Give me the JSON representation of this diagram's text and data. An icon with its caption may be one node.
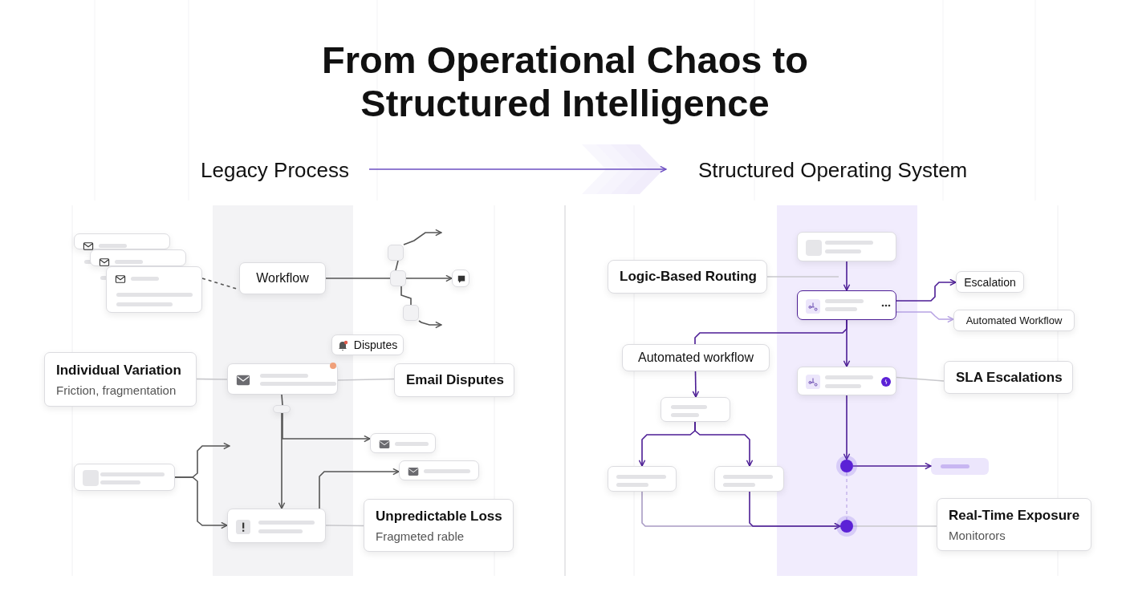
{
  "diagram": {
    "title": "From Operational Chaos to Structured Intelligence",
    "nodes": [
      {
        "text": [
          "Legacy Process"
        ]
      },
      {
        "text": [
          "Structured Operating System"
        ]
      },
      {
        "text": [],
        "shape": "box"
      },
      {
        "text": [],
        "shape": "box"
      },
      {
        "text": [],
        "shape": "box"
      },
      {
        "text": [
          "Workflow"
        ]
      },
      {
        "text": [],
        "shape": "box"
      },
      {
        "text": [],
        "shape": "box"
      },
      {
        "text": [],
        "shape": "box"
      },
      {
        "text": [],
        "shape": "box"
      },
      {
        "text": [
          "Disputes"
        ]
      },
      {
        "text": [
          "Individual Variation",
          "Friction, fragmentation"
        ]
      },
      {
        "text": [],
        "shape": "box"
      },
      {
        "text": [
          "Email Disputes"
        ]
      },
      {
        "text": [],
        "shape": "box"
      },
      {
        "text": [],
        "shape": "box"
      },
      {
        "text": [],
        "shape": "box"
      },
      {
        "text": [],
        "shape": "box"
      },
      {
        "text": [],
        "shape": "box"
      },
      {
        "text": [
          "Unpredictable Loss",
          "Fragmeted rable"
        ]
      },
      {
        "text": [],
        "shape": "box"
      },
      {
        "text": [
          "Logic-Based Routing"
        ]
      },
      {
        "text": [],
        "shape": "box"
      },
      {
        "text": [
          "Escalation"
        ]
      },
      {
        "text": [
          "Automated Workflow"
        ]
      },
      {
        "text": [
          "Automated workflow"
        ]
      },
      {
        "text": [],
        "shape": "box"
      },
      {
        "text": [
          "SLA Escalations"
        ]
      },
      {
        "text": [],
        "shape": "box"
      },
      {
        "text": [],
        "shape": "box"
      },
      {
        "text": [],
        "shape": "box"
      },
      {
        "text": [],
        "shape": "circle"
      },
      {
        "text": [],
        "shape": "bar"
      },
      {
        "text": [],
        "shape": "circle"
      },
      {
        "text": [
          "Real-Time Exposure",
          "Monitorors"
        ]
      }
    ],
    "edges": [
      {
        "from": 0,
        "to": 1,
        "arrow": "to",
        "color": "#6d4fc2"
      },
      {
        "from": 4,
        "to": 5,
        "arrow": "none",
        "style": "dashed"
      },
      {
        "from": 5,
        "to": 7,
        "arrow": "none"
      },
      {
        "from": 7,
        "to": 9,
        "arrow": "to"
      },
      {
        "from": 7,
        "to": 6,
        "arrow": "none"
      },
      {
        "from": 6,
        "to": null,
        "arrow": "to"
      },
      {
        "from": 7,
        "to": 8,
        "arrow": "none"
      },
      {
        "from": 8,
        "to": null,
        "arrow": "to"
      },
      {
        "from": 11,
        "to": 12,
        "arrow": "none",
        "color": "#c8c8cc"
      },
      {
        "from": 12,
        "to": 13,
        "arrow": "none",
        "color": "#c8c8cc"
      },
      {
        "from": 12,
        "to": 14,
        "arrow": "none"
      },
      {
        "from": 14,
        "to": 18,
        "arrow": "to"
      },
      {
        "from": 14,
        "to": 15,
        "arrow": "to"
      },
      {
        "from": 17,
        "to": null,
        "arrow": "to"
      },
      {
        "from": 17,
        "to": 18,
        "arrow": "to"
      },
      {
        "from": 18,
        "to": 16,
        "arrow": "to"
      },
      {
        "from": 18,
        "to": 19,
        "arrow": "none",
        "color": "#c8c8cc"
      },
      {
        "from": 20,
        "to": 22,
        "arrow": "to",
        "color": "#4c1d95"
      },
      {
        "from": 21,
        "to": null,
        "arrow": "none",
        "color": "#c8c8cc"
      },
      {
        "from": 22,
        "to": 23,
        "arrow": "to",
        "color": "#4c1d95"
      },
      {
        "from": 22,
        "to": 24,
        "arrow": "to",
        "color": "#b7a3e3"
      },
      {
        "from": 22,
        "to": 25,
        "arrow": "none",
        "color": "#4c1d95"
      },
      {
        "from": 25,
        "to": 28,
        "arrow": "to",
        "color": "#4c1d95"
      },
      {
        "from": 22,
        "to": 26,
        "arrow": "to",
        "color": "#4c1d95"
      },
      {
        "from": 26,
        "to": 27,
        "arrow": "none",
        "color": "#c8c8cc"
      },
      {
        "from": 28,
        "to": 29,
        "arrow": "to",
        "color": "#4c1d95"
      },
      {
        "from": 28,
        "to": 30,
        "arrow": "to",
        "color": "#4c1d95"
      },
      {
        "from": 26,
        "to": 31,
        "arrow": "to",
        "color": "#4c1d95"
      },
      {
        "from": 31,
        "to": 32,
        "arrow": "to",
        "color": "#4c1d95"
      },
      {
        "from": 31,
        "to": 33,
        "arrow": "none",
        "style": "dashed",
        "color": "#c9b8ec"
      },
      {
        "from": 29,
        "to": 33,
        "arrow": "to",
        "color": "#a99bc4"
      },
      {
        "from": 30,
        "to": 33,
        "arrow": "to",
        "color": "#4c1d95"
      },
      {
        "from": 33,
        "to": 34,
        "arrow": "none",
        "color": "#c8c8cc"
      }
    ]
  }
}
